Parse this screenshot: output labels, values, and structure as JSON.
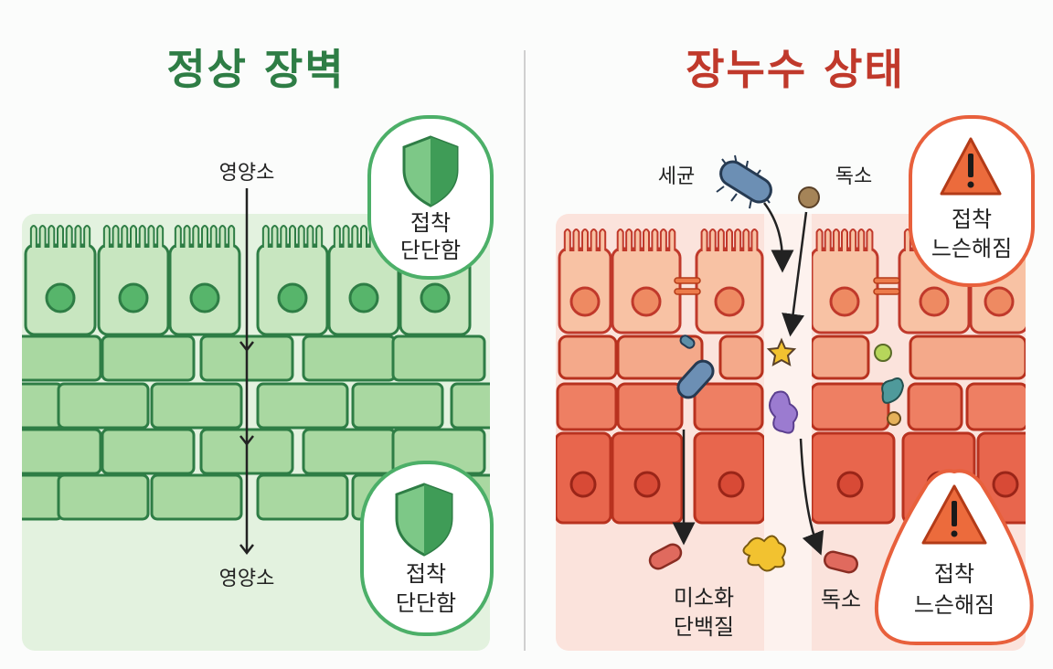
{
  "left": {
    "title": "정상 장벽",
    "nutrient_top": "영양소",
    "nutrient_bottom": "영양소",
    "badge_top": [
      "접착",
      "단단함"
    ],
    "badge_bottom": [
      "접착",
      "단단함"
    ]
  },
  "right": {
    "title": "장누수 상태",
    "bacteria_label": "세균",
    "toxin_label": "독소",
    "badge_top": [
      "접착",
      "느슨해짐"
    ],
    "badge_bottom": [
      "접착",
      "느슨해짐"
    ],
    "undigested_label": [
      "미소화",
      "단백질"
    ],
    "toxin_bottom_label": "독소"
  },
  "colors": {
    "healthy_green": "#2e7d45",
    "leaky_red": "#c0392b",
    "warning_orange": "#e8603c"
  }
}
